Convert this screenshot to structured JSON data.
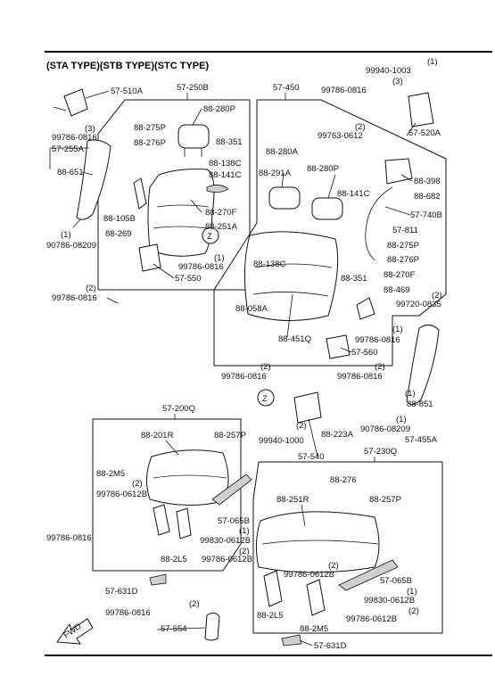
{
  "header": {
    "title": "(STA TYPE)(STB TYPE)(STC TYPE)"
  },
  "labels": {
    "p57_510A": "57-510A",
    "p99786_0816_a": "99786-0816",
    "n3_a": "(3)",
    "p57_255A": "57-255A",
    "p88_651": "88-651",
    "n1_a": "(1)",
    "p90786_08209_a": "90786-08209",
    "n2_a": "(2)",
    "p99786_0816_b": "99786-0816",
    "p57_250B": "57-250B",
    "p88_280P_a": "88-280P",
    "p88_275P_a": "88-275P",
    "p88_276P_a": "88-276P",
    "p88_351_a": "88-351",
    "p88_138C_a": "88-138C",
    "p88_141C_a": "88-141C",
    "zA": "Z",
    "p88_105B": "88-105B",
    "p88_269": "88-269",
    "p88_270F_a": "88-270F",
    "p88_251A": "88-251A",
    "n1_b": "(1)",
    "p99786_0816_c": "99786-0816",
    "p57_550": "57-550",
    "p57_450": "57-450",
    "n1_c": "(1)",
    "p99940_1003": "99940-1003",
    "n3_b": "(3)",
    "p99786_0816_d": "99786-0816",
    "p57_520A": "57-520A",
    "n2_b": "(2)",
    "p99763_0612": "99763-0612",
    "p88_280A": "88-280A",
    "p88_291A": "88-291A",
    "p88_280P_b": "88-280P",
    "p88_398": "88-398",
    "p88_682": "88-682",
    "p88_141C_b": "88-141C",
    "p57_740B": "57-740B",
    "p57_811": "57-811",
    "p88_275P_b": "88-275P",
    "p88_276P_b": "88-276P",
    "p88_138C_b": "88-138C",
    "p88_270F_b": "88-270F",
    "p88_351_b": "88-351",
    "p88_469": "88-469",
    "n2_c": "(2)",
    "p99720_0835": "99720-0835",
    "p88_058A": "88-058A",
    "p88_451Q": "88-451Q",
    "n1_d": "(1)",
    "p99786_0816_e": "99786-0816",
    "p57_560": "57-560",
    "n2_d": "(2)",
    "p99786_0816_f": "99786-0816",
    "n2_e": "(2)",
    "p99786_0816_g": "99786-0816",
    "zB": "Z",
    "n1_e": "(1)",
    "p88_851": "88-851",
    "p90786_08209_b": "90786-08209",
    "n1_f": "(1)",
    "p57_455A": "57-455A",
    "n2_f": "(2)",
    "p99940_1000": "99940-1000",
    "p88_223A": "88-223A",
    "p57_540": "57-540",
    "p57_200Q": "57-200Q",
    "p88_201R": "88-201R",
    "p88_257P_a": "88-257P",
    "p88_2M5_a": "88-2M5",
    "n2_g": "(2)",
    "p99786_0612B_a": "99786-0612B",
    "p57_065B_a": "57-065B",
    "n1_g": "(1)",
    "p99786_0816_h": "99786-0816",
    "p99830_0612B_a": "99830-0612B",
    "n2_h": "(2)",
    "p88_2L5_a": "88-2L5",
    "p99786_0612B_b": "99786-0612B",
    "p57_631D_a": "57-631D",
    "n2_i": "(2)",
    "p99786_0816_i": "99786-0816",
    "p57_554": "57-554",
    "p57_230Q": "57-230Q",
    "p88_276": "88-276",
    "p88_251R": "88-251R",
    "p88_257P_b": "88-257P",
    "n2_j": "(2)",
    "p99786_0612B_c": "99786-0612B",
    "p57_065B_b": "57-065B",
    "n1_h": "(1)",
    "p99830_0612B_b": "99830-0612B",
    "n2_k": "(2)",
    "p88_2L5_b": "88-2L5",
    "p99786_0612B_d": "99786-0612B",
    "p88_2M5_b": "88-2M5",
    "p57_631D_b": "57-631D",
    "fwd": "FWD"
  }
}
